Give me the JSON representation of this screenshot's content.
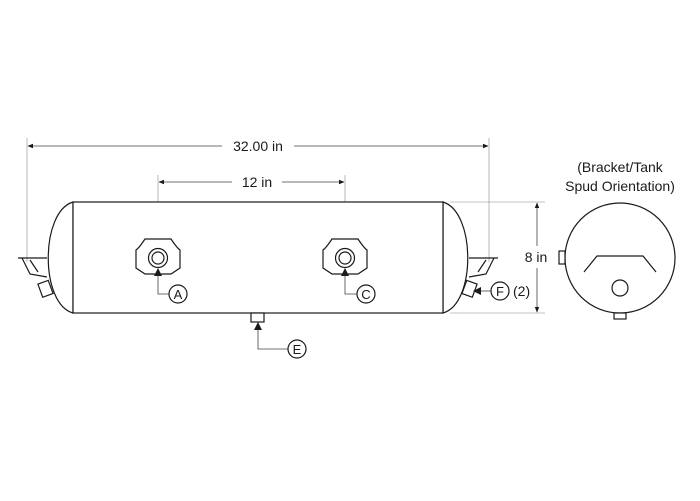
{
  "dimensions": {
    "overall_length": "32.00 in",
    "port_spacing": "12 in",
    "diameter": "8 in"
  },
  "callouts": {
    "a": "A",
    "c": "C",
    "e": "E",
    "f": "F",
    "f_qty": "(2)"
  },
  "side_view": {
    "title_line1": "(Bracket/Tank",
    "title_line2": "Spud Orientation)"
  }
}
